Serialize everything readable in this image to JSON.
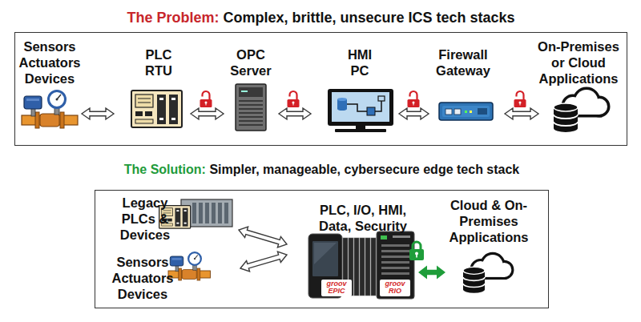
{
  "diagram": {
    "nodes": [
      {
        "text": [
          "The Problem:",
          "Complex, brittle, unsecure ICS tech stacks"
        ]
      },
      {
        "text": [
          "Sensors Actuators Devices"
        ],
        "in": 0
      },
      {
        "text": [
          "PLC RTU"
        ],
        "in": 0
      },
      {
        "text": [
          "OPC Server"
        ],
        "in": 0
      },
      {
        "text": [
          "HMI PC"
        ],
        "in": 0
      },
      {
        "text": [
          "Firewall Gateway"
        ],
        "in": 0
      },
      {
        "text": [
          "On-Premises or Cloud Applications"
        ],
        "in": 0
      },
      {
        "text": [
          "The Solution:",
          "Simpler, manageable, cybersecure edge tech stack"
        ]
      },
      {
        "text": [
          "Legacy PLCs & Devices"
        ],
        "in": 7
      },
      {
        "text": [
          "Sensors Actuators Devices"
        ],
        "in": 7
      },
      {
        "text": [
          "PLC, I/O, HMI, Data, Security"
        ],
        "in": 7
      },
      {
        "text": [
          "Cloud & On-Premises Applications"
        ],
        "in": 7
      }
    ],
    "edges": [
      {
        "from": 1,
        "to": 2,
        "arrow": "both"
      },
      {
        "from": 2,
        "to": 3,
        "arrow": "both"
      },
      {
        "from": 3,
        "to": 4,
        "arrow": "both"
      },
      {
        "from": 4,
        "to": 5,
        "arrow": "both"
      },
      {
        "from": 5,
        "to": 6,
        "arrow": "both"
      },
      {
        "from": 8,
        "to": 10,
        "arrow": "both"
      },
      {
        "from": 9,
        "to": 10,
        "arrow": "both"
      },
      {
        "from": 10,
        "to": 11,
        "arrow": "both"
      }
    ],
    "labels": [
      "groov EPIC",
      "groov RIO"
    ]
  }
}
